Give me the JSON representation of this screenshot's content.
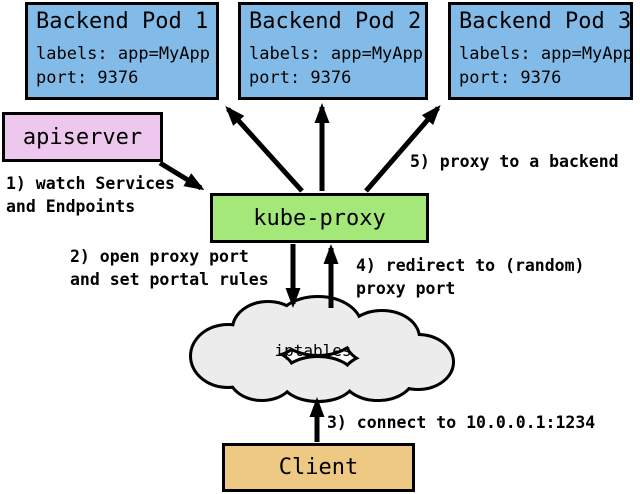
{
  "colors": {
    "pod_fill": "#83bbe8",
    "apiserver_fill": "#eec7ef",
    "kube_proxy_fill": "#a5e87a",
    "client_fill": "#edc983",
    "cloud_fill": "#ececec",
    "stroke": "#000000"
  },
  "pods": [
    {
      "title": "Backend Pod 1",
      "labels_line": "labels: app=MyApp",
      "port_line": "port: 9376"
    },
    {
      "title": "Backend Pod 2",
      "labels_line": "labels: app=MyApp",
      "port_line": "port: 9376"
    },
    {
      "title": "Backend Pod 3",
      "labels_line": "labels: app=MyApp",
      "port_line": "port: 9376"
    }
  ],
  "apiserver": {
    "label": "apiserver"
  },
  "kube_proxy": {
    "label": "kube-proxy"
  },
  "cloud": {
    "label": "iptables"
  },
  "client": {
    "label": "Client"
  },
  "annotations": {
    "step1": "1) watch Services\nand Endpoints",
    "step2": "2) open proxy port\nand set portal rules",
    "step3": "3) connect to 10.0.0.1:1234",
    "step4": "4) redirect to (random)\nproxy port",
    "step5": "5) proxy to a backend"
  }
}
